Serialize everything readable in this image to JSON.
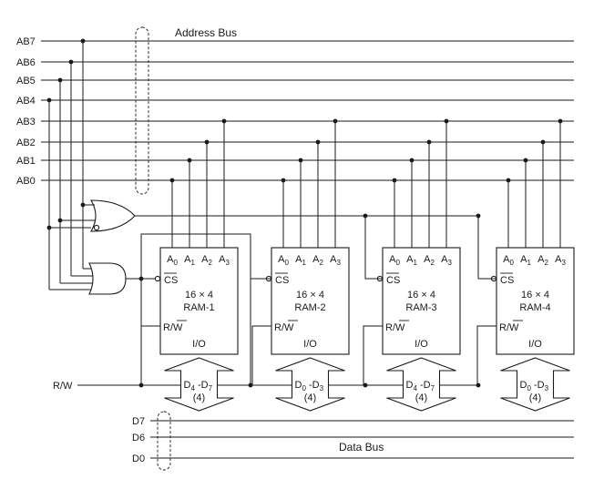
{
  "address_bus_label": "Address Bus",
  "data_bus_label": "Data Bus",
  "address_lines": [
    "AB7",
    "AB6",
    "AB5",
    "AB4",
    "AB3",
    "AB2",
    "AB1",
    "AB0"
  ],
  "data_lines": [
    "D7",
    "D6",
    "D0"
  ],
  "rw_label": "R/W",
  "ram_chips": [
    {
      "name": "RAM-1",
      "size": "16 × 4",
      "cs": "CS",
      "rw": "R/W",
      "io": "I/O",
      "bus_range": "D4 -D7",
      "bus_width": "(4)"
    },
    {
      "name": "RAM-2",
      "size": "16 × 4",
      "cs": "CS",
      "rw": "R/W",
      "io": "I/O",
      "bus_range": "D0 -D3",
      "bus_width": "(4)"
    },
    {
      "name": "RAM-3",
      "size": "16 × 4",
      "cs": "CS",
      "rw": "R/W",
      "io": "I/O",
      "bus_range": "D4 -D7",
      "bus_width": "(4)"
    },
    {
      "name": "RAM-4",
      "size": "16 × 4",
      "cs": "CS",
      "rw": "R/W",
      "io": "I/O",
      "bus_range": "D0 -D3",
      "bus_width": "(4)"
    }
  ],
  "pin_labels": [
    "A0",
    "A1",
    "A2",
    "A3"
  ]
}
